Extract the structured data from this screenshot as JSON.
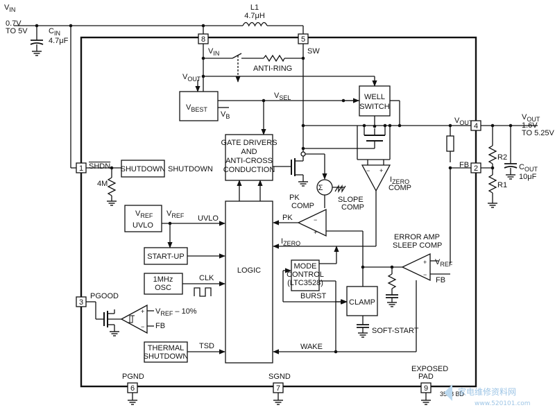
{
  "supply": {
    "vin_label": "V",
    "vin_sub": "IN",
    "vin_range1": "0.7V",
    "vin_range2": "TO 5V",
    "cin_label": "C",
    "cin_sub": "IN",
    "cin_value": "4.7μF"
  },
  "inductor": {
    "name": "L1",
    "value": "4.7μH"
  },
  "pins": {
    "p8": "8",
    "p5": "5",
    "p4": "4",
    "p2": "2",
    "p1": "1",
    "p3": "3",
    "p6": "6",
    "p7": "7",
    "p9": "9"
  },
  "pin_names": {
    "vin": "V",
    "vin_sub": "IN",
    "sw": "SW",
    "vout": "V",
    "vout_sub": "OUT",
    "fb": "FB",
    "shdn": "SHDN",
    "pgood": "PGOOD",
    "pgnd": "PGND",
    "sgnd": "SGND",
    "exposed1": "EXPOSED",
    "exposed2": "PAD"
  },
  "blocks": {
    "antiring": "ANTI-RING",
    "vbest": "V",
    "vbest_sub": "BEST",
    "vb": "V",
    "vb_sub": "B",
    "vsel": "V",
    "vsel_sub": "SEL",
    "well1": "WELL",
    "well2": "SWITCH",
    "gate1": "GATE DRIVERS",
    "gate2": "AND",
    "gate3": "ANTI-CROSS",
    "gate4": "CONDUCTION",
    "shutdown": "SHUTDOWN",
    "shutdown_out": "SHUTDOWN",
    "r4m": "4M",
    "vref_box": "V",
    "vref_sub": "REF",
    "uvlo_box": "UVLO",
    "vref_out": "V",
    "vref_out_sub": "REF",
    "uvlo_out": "UVLO",
    "startup": "START-UP",
    "osc1": "1MHz",
    "osc2": "OSC",
    "clk": "CLK",
    "logic": "LOGIC",
    "thermal1": "THERMAL",
    "thermal2": "SHUTDOWN",
    "tsd": "TSD",
    "pk1": "PK",
    "pk2": "COMP",
    "pk_out": "PK",
    "izero_in": "I",
    "izero_in_sub": "ZERO",
    "izero_comp": "I",
    "izero_comp_sub": "ZERO",
    "izero_comp2": "COMP",
    "slope1": "SLOPE",
    "slope2": "COMP",
    "sigma": "Σ",
    "mode1": "MODE",
    "mode2": "CONTROL",
    "mode3": "(LTC3528)",
    "burst": "BURST",
    "clamp": "CLAMP",
    "softstart": "SOFT-START",
    "wake": "WAKE",
    "err1": "ERROR AMP",
    "err2": "SLEEP COMP",
    "err_vref": "V",
    "err_vref_sub": "REF",
    "err_fb": "FB",
    "pg_vref": "V",
    "pg_vref_sub": "REF",
    "pg_vref_tail": " – 10%",
    "pg_fb": "FB"
  },
  "output": {
    "vout": "V",
    "vout_sub": "OUT",
    "vout_v": "1.6V",
    "vout_range": "TO 5.25V",
    "r1": "R1",
    "r2": "R2",
    "cout": "C",
    "cout_sub": "OUT",
    "cout_value": "10μF"
  },
  "figure_id": "3528 BD",
  "watermark": {
    "cn": "家电维修资料网",
    "url": "www.520101.com"
  }
}
